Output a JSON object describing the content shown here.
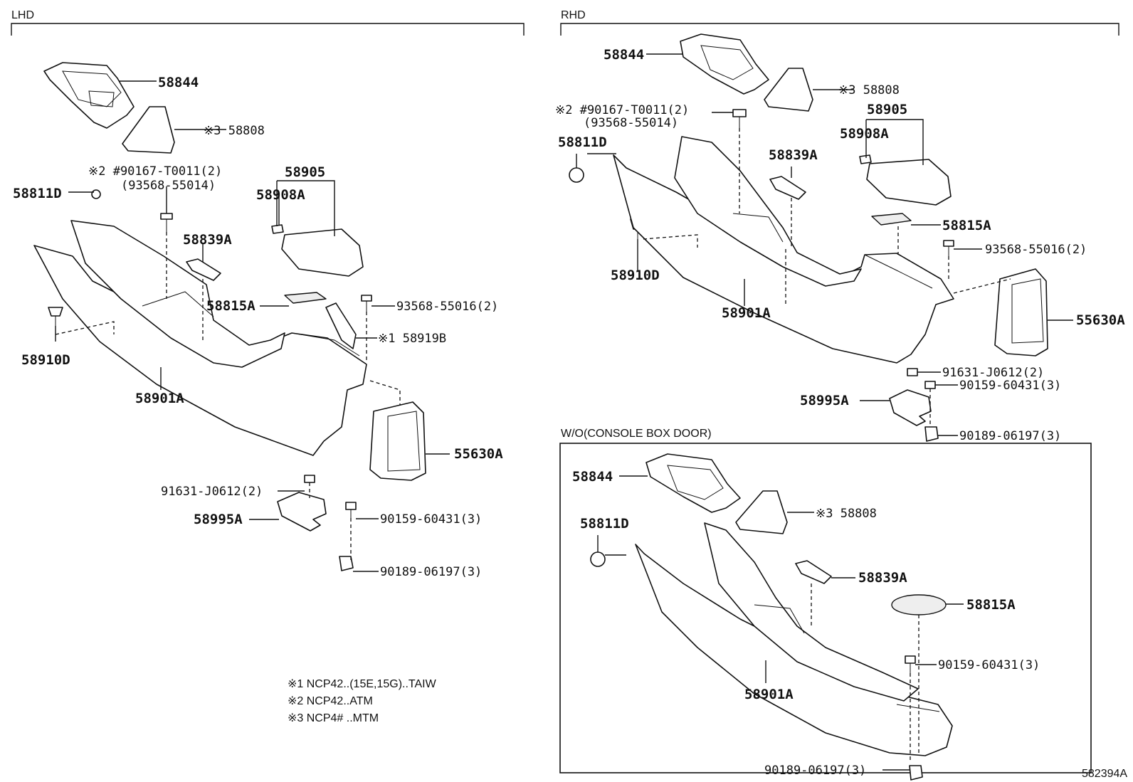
{
  "sections": {
    "lhd": "LHD",
    "rhd": "RHD",
    "wo_console": "W/O(CONSOLE BOX DOOR)"
  },
  "lhd": {
    "p58844": "58844",
    "p58808": "※3 58808",
    "p90167a": "※2 #90167-T0011(2)",
    "p90167b": "(93568-55014)",
    "p58811D": "58811D",
    "p58905": "58905",
    "p58908A": "58908A",
    "p58839A": "58839A",
    "p58815A": "58815A",
    "p93568": "93568-55016(2)",
    "p58919B": "※1 58919B",
    "p58910D": "58910D",
    "p58901A": "58901A",
    "p55630A": "55630A",
    "p91631": "91631-J0612(2)",
    "p58995A": "58995A",
    "p90159": "90159-60431(3)",
    "p90189": "90189-06197(3)"
  },
  "rhd": {
    "p58844": "58844",
    "p58808": "※3 58808",
    "p90167a": "※2 #90167-T0011(2)",
    "p90167b": "(93568-55014)",
    "p58811D": "58811D",
    "p58905": "58905",
    "p58908A": "58908A",
    "p58839A": "58839A",
    "p58815A": "58815A",
    "p93568": "93568-55016(2)",
    "p58910D": "58910D",
    "p58901A": "58901A",
    "p55630A": "55630A",
    "p91631": "91631-J0612(2)",
    "p90159": "90159-60431(3)",
    "p58995A": "58995A",
    "p90189": "90189-06197(3)"
  },
  "wo": {
    "p58844": "58844",
    "p58808": "※3 58808",
    "p58811D": "58811D",
    "p58839A": "58839A",
    "p58815A": "58815A",
    "p90159": "90159-60431(3)",
    "p58901A": "58901A",
    "p90189": "90189-06197(3)"
  },
  "notes": [
    "※1 NCP42..(15E,15G)..TAIW",
    "※2 NCP42..ATM",
    "※3 NCP4# ..MTM"
  ],
  "figure_id": "582394A"
}
